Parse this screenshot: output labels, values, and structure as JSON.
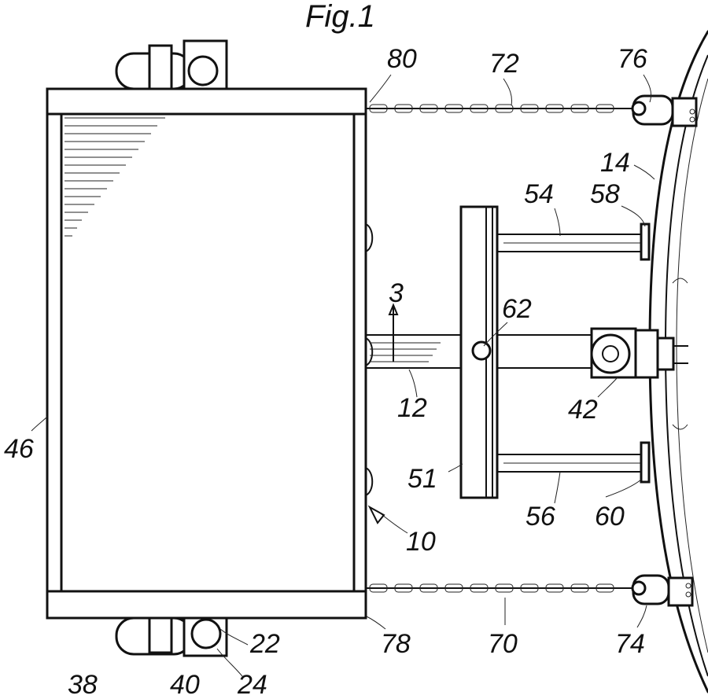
{
  "figure": {
    "title": "Fig.1",
    "labels": {
      "l80": "80",
      "l72": "72",
      "l76": "76",
      "l14": "14",
      "l54": "54",
      "l58": "58",
      "l3": "3",
      "l62": "62",
      "l12": "12",
      "l42": "42",
      "l46": "46",
      "l51": "51",
      "l56": "56",
      "l60": "60",
      "l10": "10",
      "l22": "22",
      "l78": "78",
      "l70": "70",
      "l74": "74",
      "l38": "38",
      "l40": "40",
      "l24": "24"
    }
  }
}
